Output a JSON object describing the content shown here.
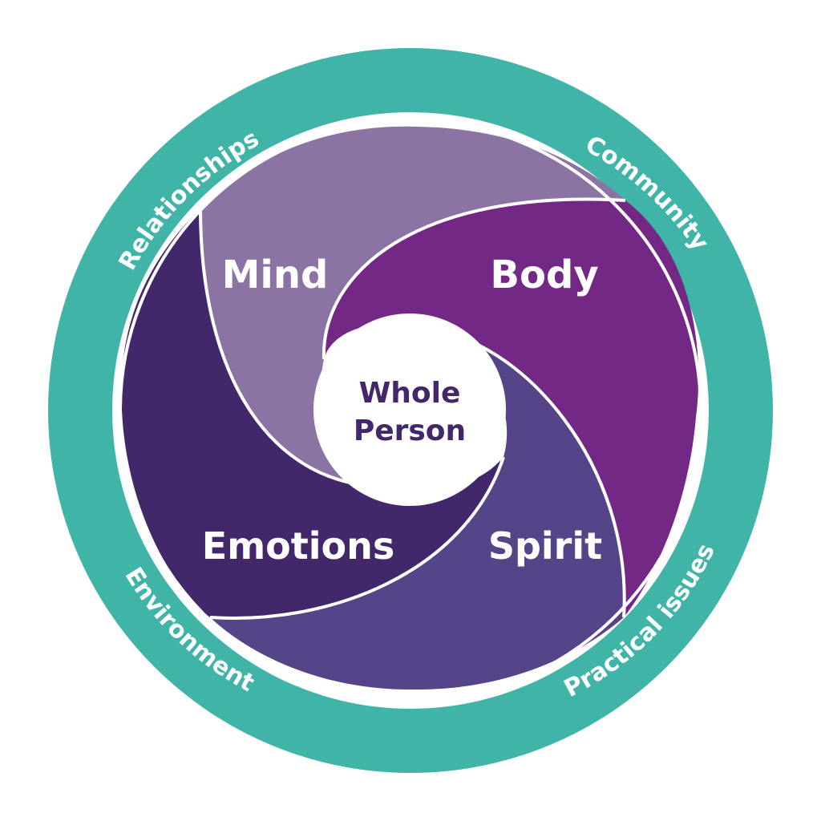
{
  "center": {
    "line1": "Whole",
    "line2": "Person"
  },
  "segments": {
    "mind": "Mind",
    "body": "Body",
    "emotions": "Emotions",
    "spirit": "Spirit"
  },
  "outer_ring": {
    "relationships": "Relationships",
    "community": "Community",
    "environment": "Environment",
    "practical": "Practical issues"
  },
  "colors": {
    "ring": "#40b5a7",
    "mind": "#8b74a4",
    "body": "#732885",
    "emotions": "#43276b",
    "spirit": "#554487",
    "center_text": "#43276b",
    "label_text": "#ffffff"
  }
}
